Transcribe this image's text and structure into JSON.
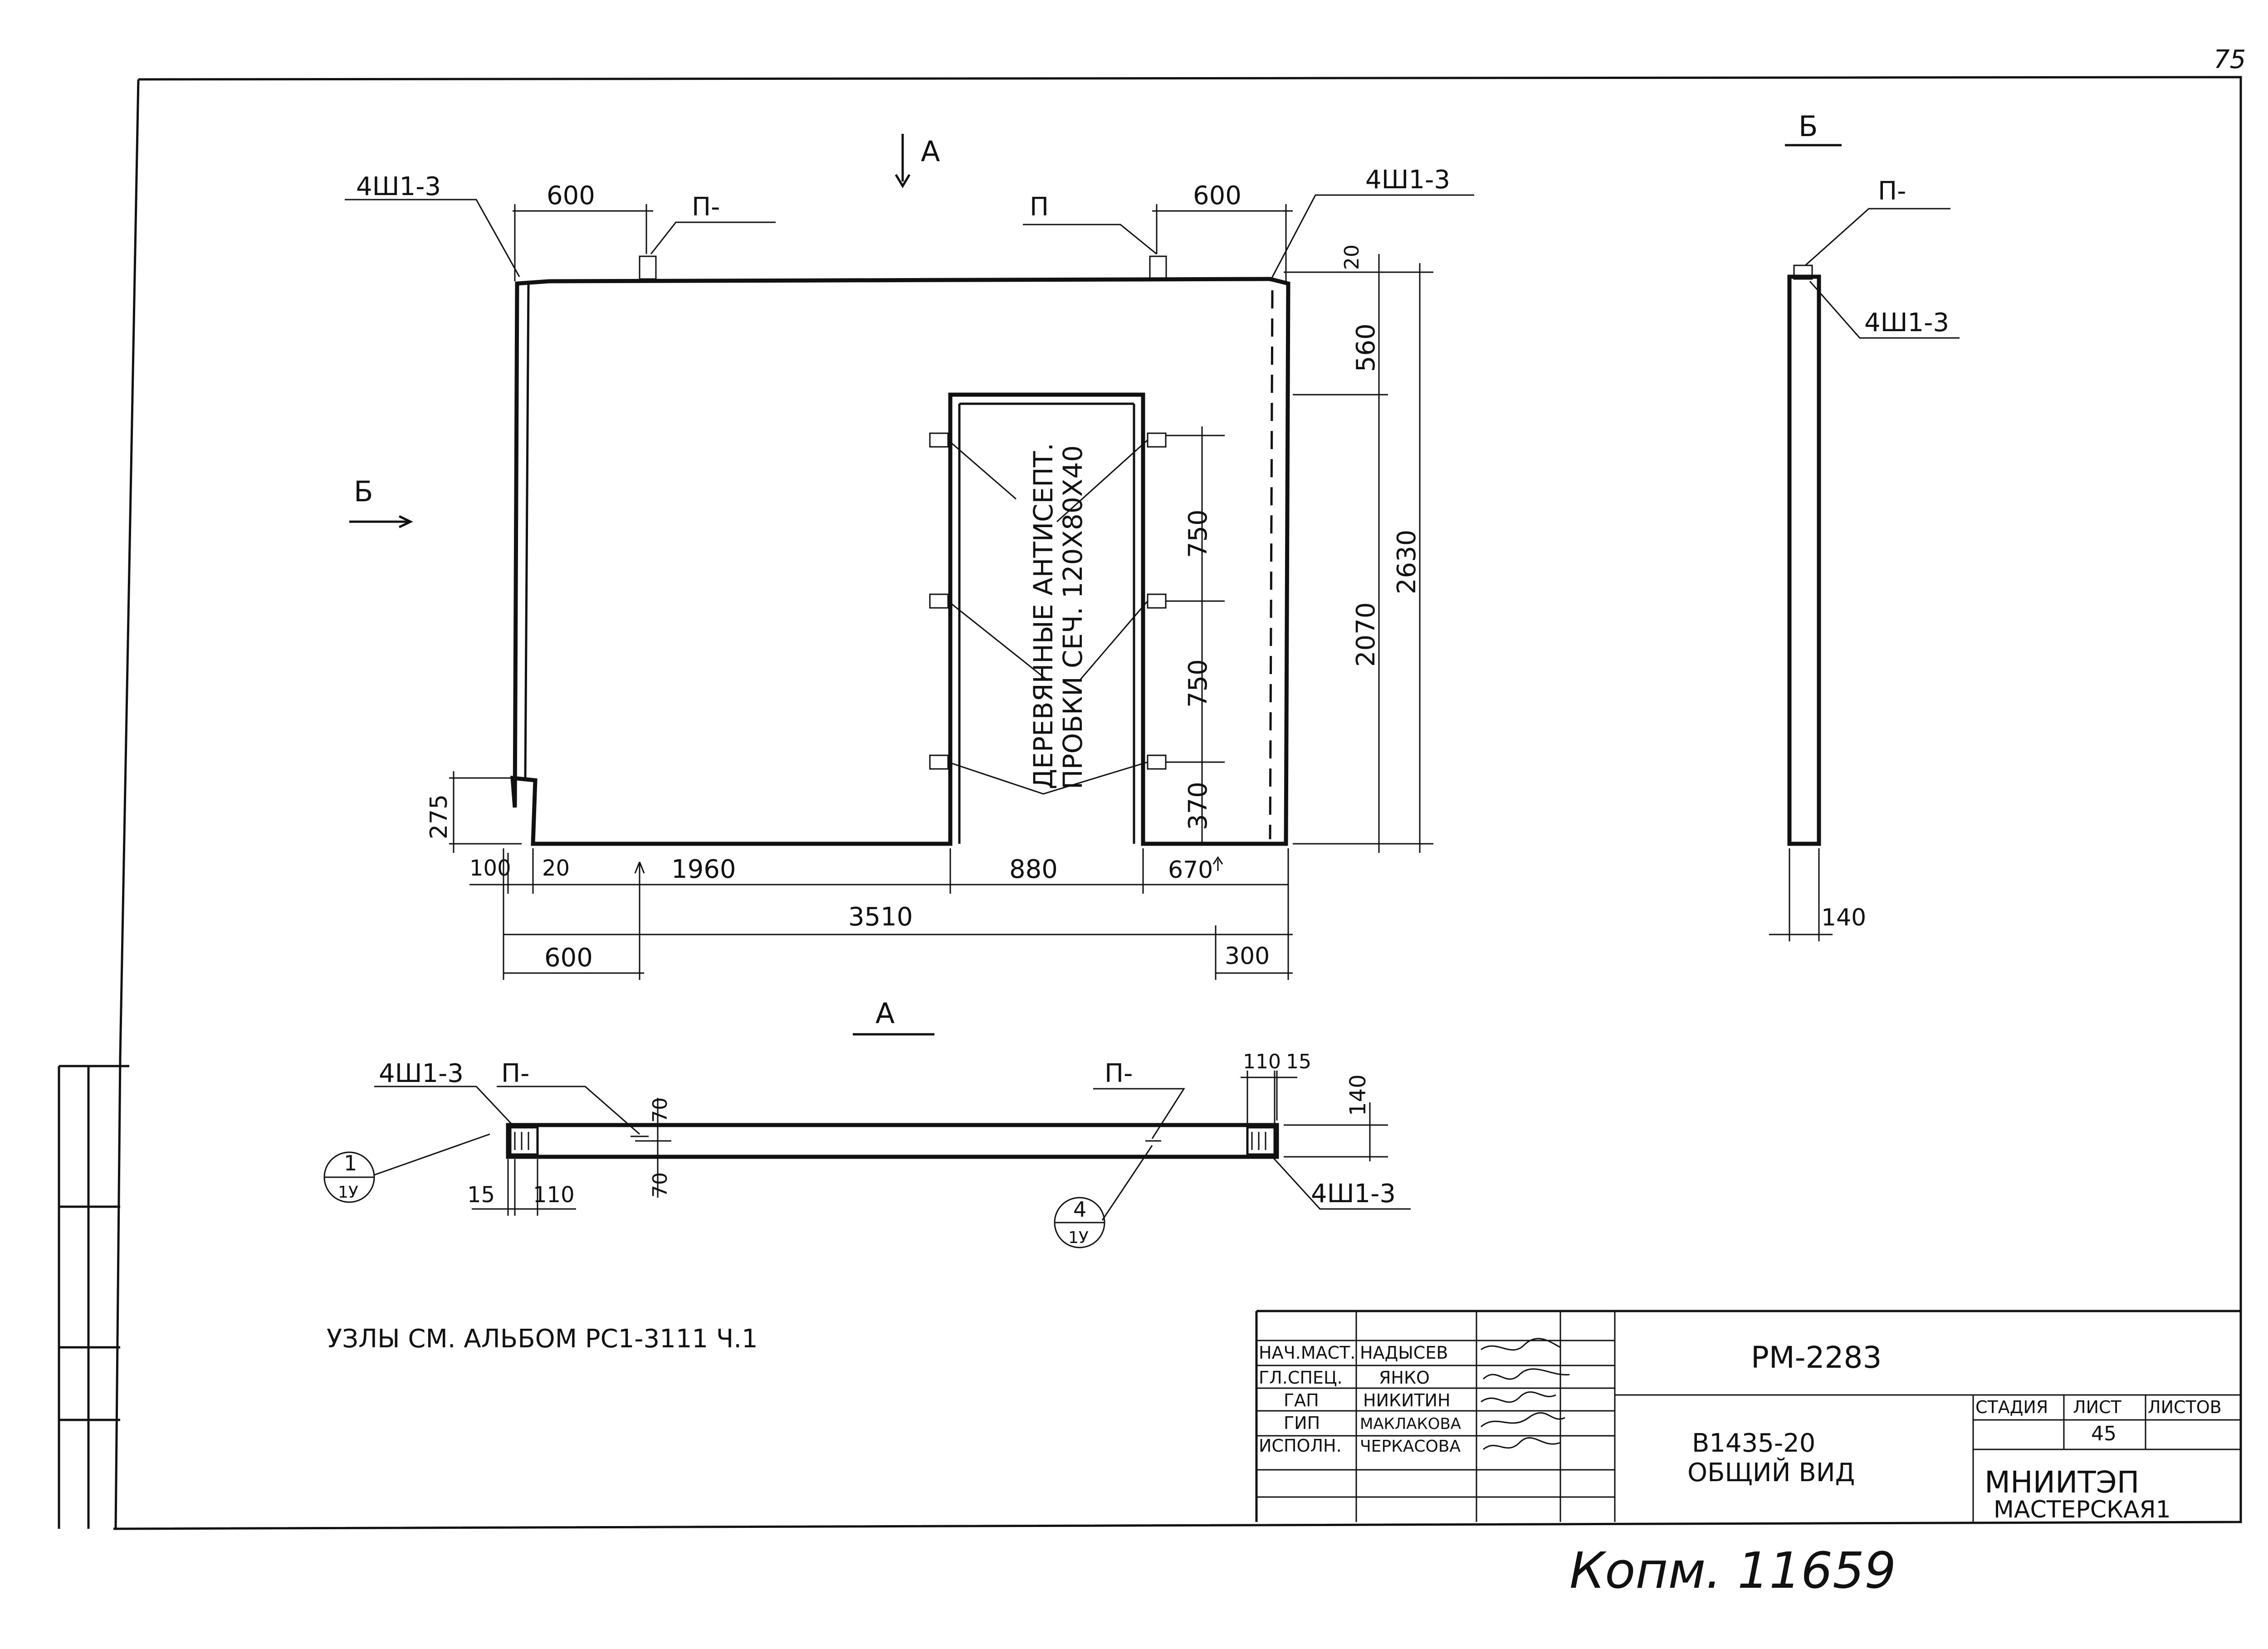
{
  "page_number": "75",
  "views": {
    "elevation": {
      "mark_a_top": "А",
      "mark_b_left": "Б",
      "mark_a_bottom": "А",
      "tag_4sh_left": "4Ш1-3",
      "tag_4sh_right": "4Ш1-3",
      "tag_p_left": "П-",
      "tag_p_right": "П",
      "dims": {
        "top_600_left": "600",
        "top_600_right": "600",
        "d20": "20",
        "d560": "560",
        "d2630": "2630",
        "d2070": "2070",
        "d750_a": "750",
        "d750_b": "750",
        "d370": "370",
        "d275": "275",
        "d100": "100",
        "d20_bottom": "20",
        "d1960": "1960",
        "d880": "880",
        "d670": "670",
        "d3510": "3510",
        "d600_bottom": "600",
        "d300": "300"
      },
      "note_line1": "ДЕРЕВЯННЫЕ АНТИСЕПТ.",
      "note_line2": "ПРОБКИ СЕЧ. 120Х80Х40"
    },
    "section_b": {
      "title": "Б",
      "tag_p": "П-",
      "tag_4sh": "4Ш1-3",
      "dim_140": "140"
    },
    "plan_a": {
      "tag_4sh_left": "4Ш1-3",
      "tag_p_left": "П-",
      "tag_p_right": "П-",
      "tag_4sh_right": "4Ш1-3",
      "dims": {
        "d110_top": "110",
        "d15_top": "15",
        "d140": "140",
        "d70_top": "70",
        "d70_bottom": "70",
        "d15_bottom": "15",
        "d110_bottom": "110"
      },
      "node1_num": "1",
      "node1_sheet": "1У",
      "node4_num": "4",
      "node4_sheet": "1У"
    }
  },
  "nodes_note": "УЗЛЫ СМ. АЛЬБОМ РС1-3111 Ч.1",
  "title_block": {
    "code": "РМ-2283",
    "roles": [
      "НАЧ.МАСТ.",
      "ГЛ.СПЕЦ.",
      "ГАП",
      "ГИП",
      "ИСПОЛН."
    ],
    "names": [
      "НАДЫСЕВ",
      "ЯНКО",
      "НИКИТИН",
      "МАКЛАКОВА",
      "ЧЕРКАСОВА"
    ],
    "drawing_title_1": "В1435-20",
    "drawing_title_2": "ОБЩИЙ ВИД",
    "stage_header": "СТАДИЯ",
    "sheet_header": "ЛИСТ",
    "sheets_header": "ЛИСТОВ",
    "sheet_value": "45",
    "org_1": "МНИИТЭП",
    "org_2": "МАСТЕРСКАЯ1"
  },
  "handwritten_note": "Копм. 11659"
}
